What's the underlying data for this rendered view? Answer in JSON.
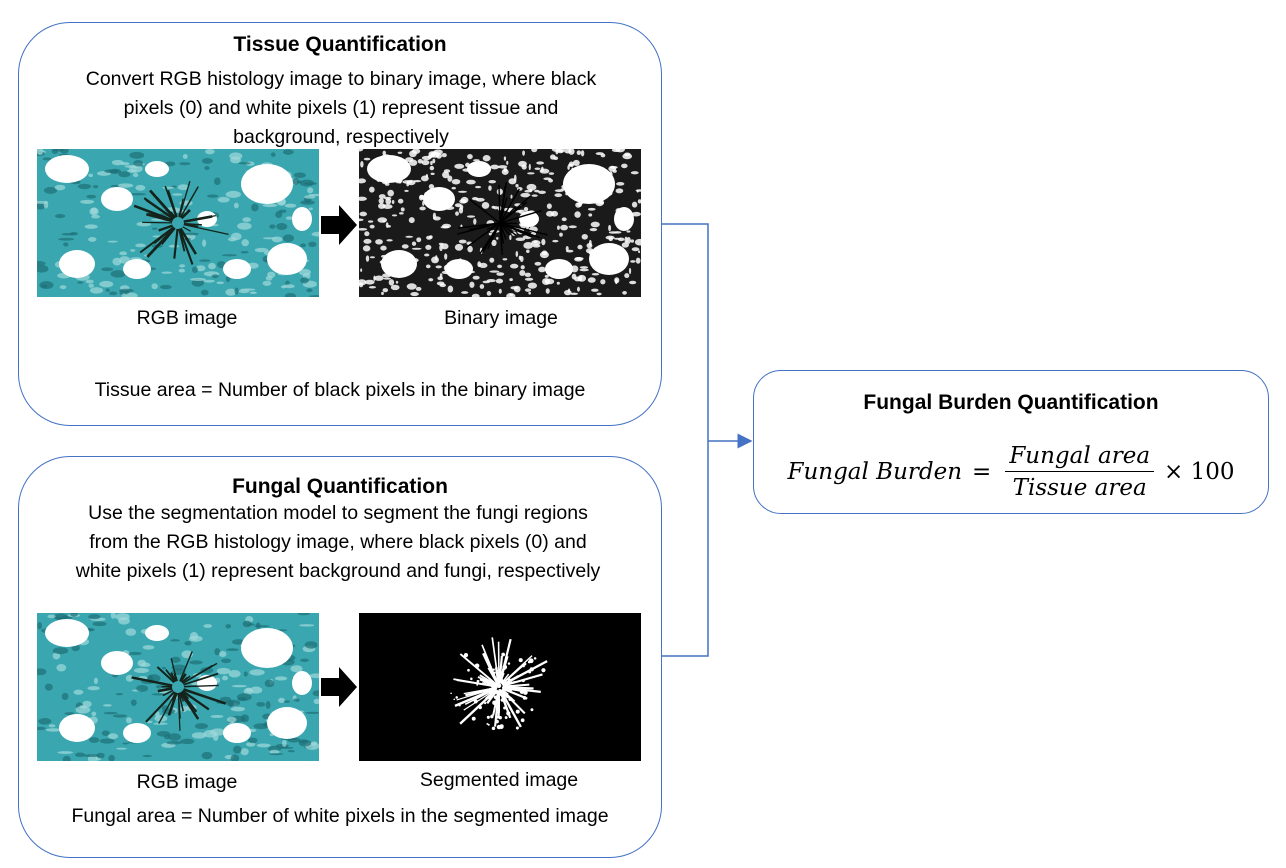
{
  "tissue_quantification": {
    "title": "Tissue Quantification",
    "description": "Convert RGB histology image to binary image, where black pixels (0) and white pixels (1) represent tissue and background, respectively",
    "rgb_caption": "RGB image",
    "binary_caption": "Binary image",
    "footer": "Tissue area = Number of black pixels in the binary image"
  },
  "fungal_quantification": {
    "title": "Fungal Quantification",
    "description": "Use the segmentation model to segment the fungi regions from the RGB histology image, where black pixels (0) and white pixels (1) represent background and fungi, respectively",
    "rgb_caption": "RGB image",
    "segmented_caption": "Segmented image",
    "footer": "Fungal area = Number of white pixels in the segmented image"
  },
  "fungal_burden": {
    "title": "Fungal Burden Quantification",
    "lhs": "Fungal Burden",
    "equals": "=",
    "numerator": "Fungal area",
    "denominator": "Tissue area",
    "multiplier": "× 100"
  },
  "colors": {
    "panel_border": "#4472c4",
    "connector": "#4472c4",
    "tissue_teal": "#2e9aa6",
    "fungi_dark": "#1a2a22"
  },
  "icons": [
    "right-arrow-icon"
  ]
}
